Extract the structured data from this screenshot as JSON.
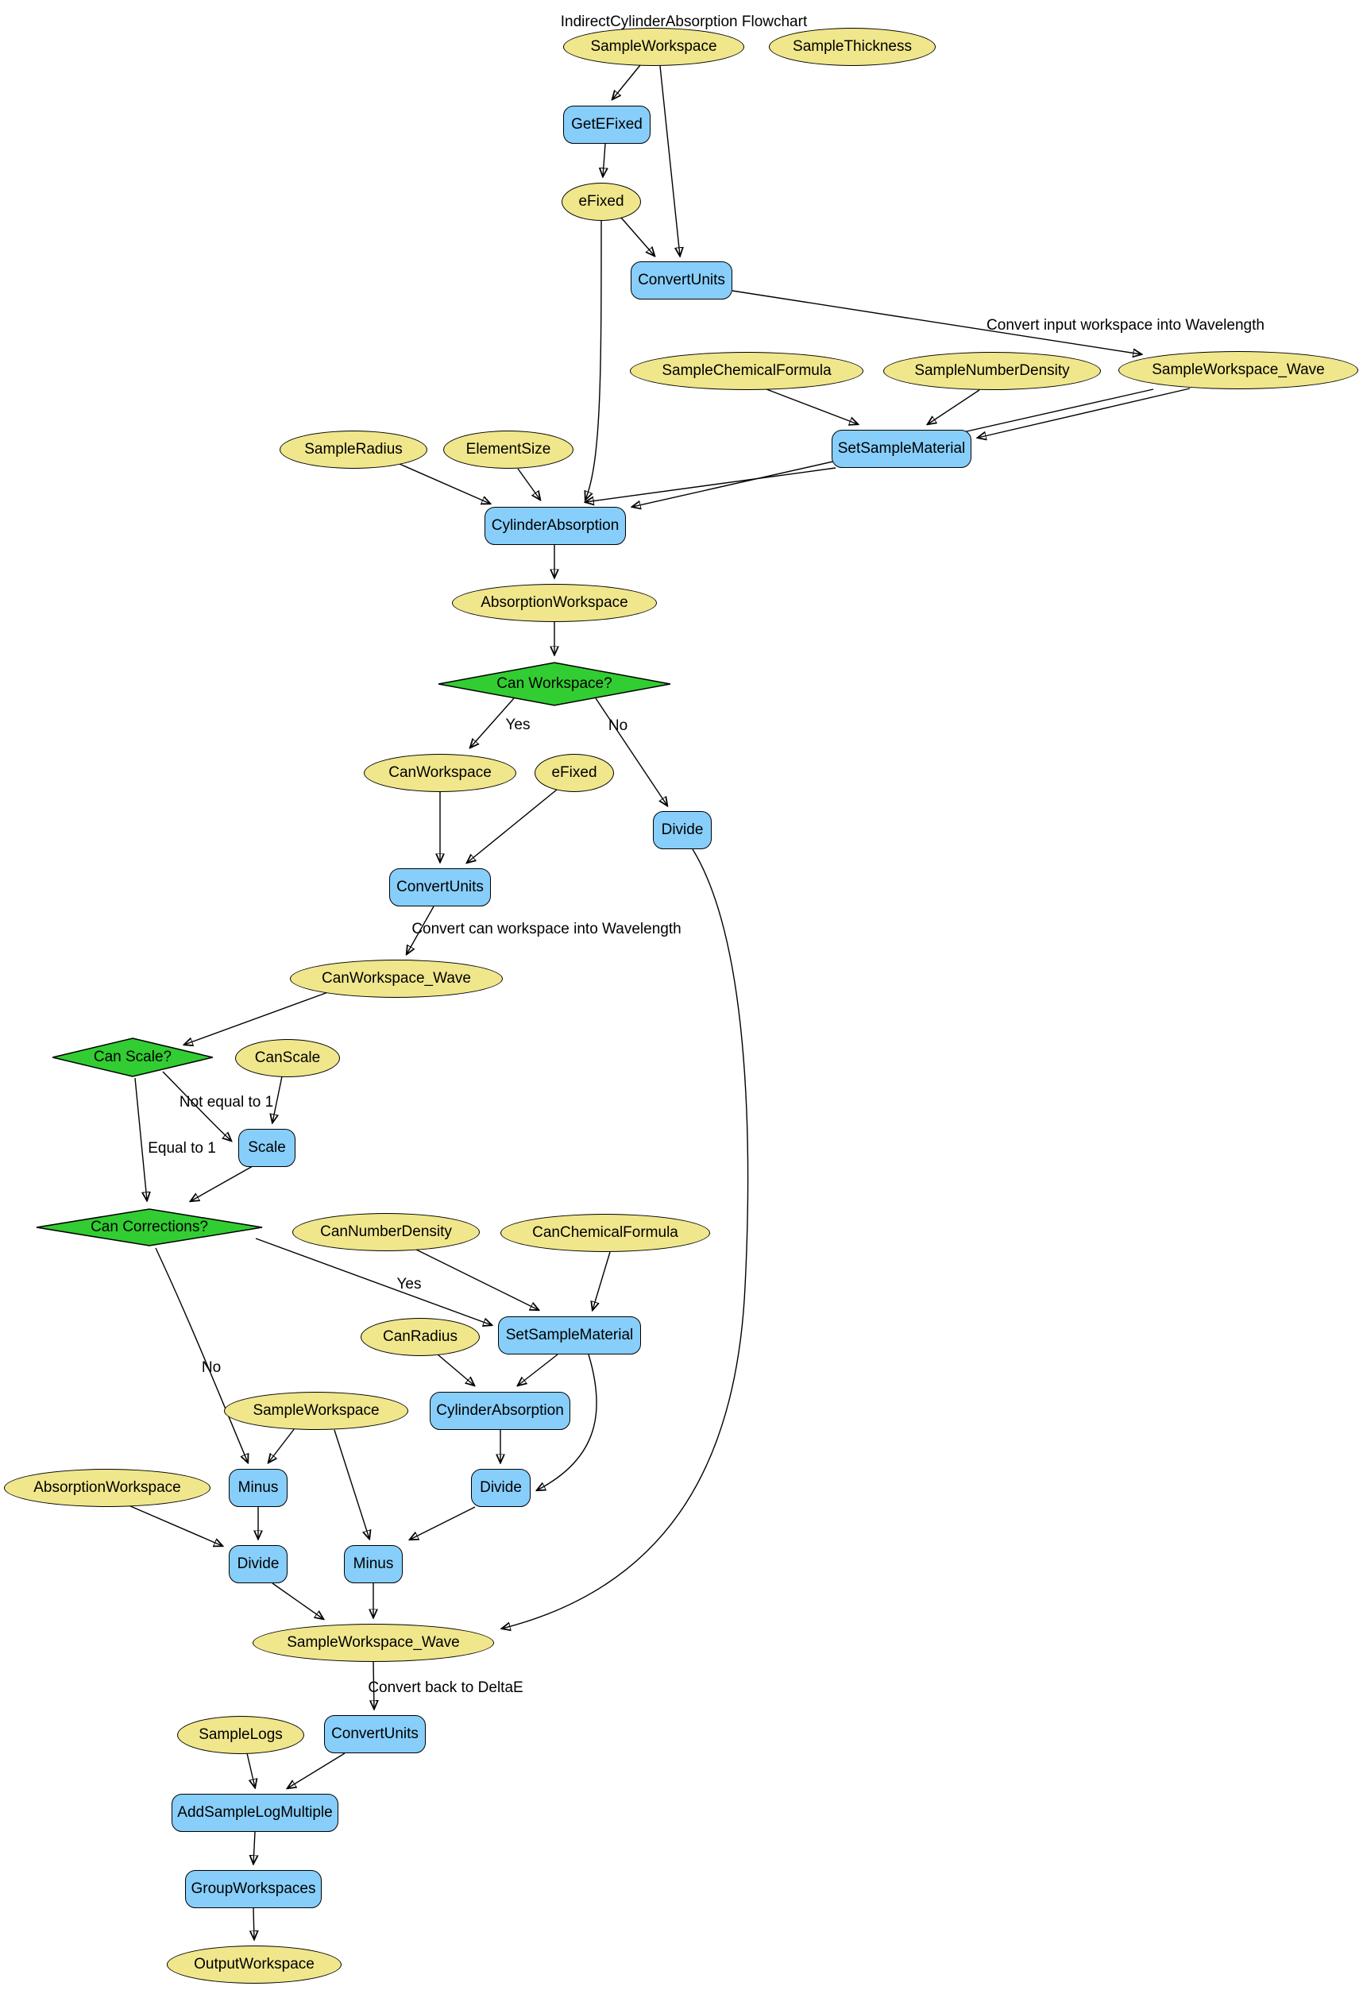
{
  "title": "IndirectCylinderAbsorption Flowchart",
  "colors": {
    "parameter_fill": "#F0E68C",
    "algorithm_fill": "#87CEFA",
    "decision_fill": "#32CD32",
    "edge": "#000000",
    "background": "#FFFFFF"
  },
  "nodes": {
    "sample_workspace": {
      "label": "SampleWorkspace",
      "type": "parameter"
    },
    "sample_thickness": {
      "label": "SampleThickness",
      "type": "parameter"
    },
    "get_efixed": {
      "label": "GetEFixed",
      "type": "algorithm"
    },
    "efixed1": {
      "label": "eFixed",
      "type": "parameter"
    },
    "convert_units1": {
      "label": "ConvertUnits",
      "type": "algorithm"
    },
    "sample_chemical_formula": {
      "label": "SampleChemicalFormula",
      "type": "parameter"
    },
    "sample_number_density": {
      "label": "SampleNumberDensity",
      "type": "parameter"
    },
    "sample_workspace_wave1": {
      "label": "SampleWorkspace_Wave",
      "type": "parameter"
    },
    "set_sample_material1": {
      "label": "SetSampleMaterial",
      "type": "algorithm"
    },
    "sample_radius": {
      "label": "SampleRadius",
      "type": "parameter"
    },
    "element_size": {
      "label": "ElementSize",
      "type": "parameter"
    },
    "cylinder_absorption1": {
      "label": "CylinderAbsorption",
      "type": "algorithm"
    },
    "absorption_workspace1": {
      "label": "AbsorptionWorkspace",
      "type": "parameter"
    },
    "can_workspace_q": {
      "label": "Can Workspace?",
      "type": "decision"
    },
    "can_workspace": {
      "label": "CanWorkspace",
      "type": "parameter"
    },
    "efixed2": {
      "label": "eFixed",
      "type": "parameter"
    },
    "divide1": {
      "label": "Divide",
      "type": "algorithm"
    },
    "convert_units2": {
      "label": "ConvertUnits",
      "type": "algorithm"
    },
    "can_workspace_wave": {
      "label": "CanWorkspace_Wave",
      "type": "parameter"
    },
    "can_scale_q": {
      "label": "Can Scale?",
      "type": "decision"
    },
    "can_scale": {
      "label": "CanScale",
      "type": "parameter"
    },
    "scale": {
      "label": "Scale",
      "type": "algorithm"
    },
    "can_corrections_q": {
      "label": "Can Corrections?",
      "type": "decision"
    },
    "can_number_density": {
      "label": "CanNumberDensity",
      "type": "parameter"
    },
    "can_chemical_formula": {
      "label": "CanChemicalFormula",
      "type": "parameter"
    },
    "can_radius": {
      "label": "CanRadius",
      "type": "parameter"
    },
    "set_sample_material2": {
      "label": "SetSampleMaterial",
      "type": "algorithm"
    },
    "sample_workspace2": {
      "label": "SampleWorkspace",
      "type": "parameter"
    },
    "cylinder_absorption2": {
      "label": "CylinderAbsorption",
      "type": "algorithm"
    },
    "minus1": {
      "label": "Minus",
      "type": "algorithm"
    },
    "divide2": {
      "label": "Divide",
      "type": "algorithm"
    },
    "absorption_workspace2": {
      "label": "AbsorptionWorkspace",
      "type": "parameter"
    },
    "divide3": {
      "label": "Divide",
      "type": "algorithm"
    },
    "minus2": {
      "label": "Minus",
      "type": "algorithm"
    },
    "sample_workspace_wave2": {
      "label": "SampleWorkspace_Wave",
      "type": "parameter"
    },
    "sample_logs": {
      "label": "SampleLogs",
      "type": "parameter"
    },
    "convert_units3": {
      "label": "ConvertUnits",
      "type": "algorithm"
    },
    "add_sample_log_multiple": {
      "label": "AddSampleLogMultiple",
      "type": "algorithm"
    },
    "group_workspaces": {
      "label": "GroupWorkspaces",
      "type": "algorithm"
    },
    "output_workspace": {
      "label": "OutputWorkspace",
      "type": "parameter"
    }
  },
  "edge_labels": {
    "convert_input": "Convert input workspace into Wavelength",
    "yes_workspace": "Yes",
    "no_workspace": "No",
    "convert_can": "Convert can workspace into Wavelength",
    "not_equal_to_1": "Not equal to 1",
    "equal_to_1": "Equal to 1",
    "yes_corrections": "Yes",
    "no_corrections": "No",
    "convert_back": "Convert back to DeltaE"
  }
}
